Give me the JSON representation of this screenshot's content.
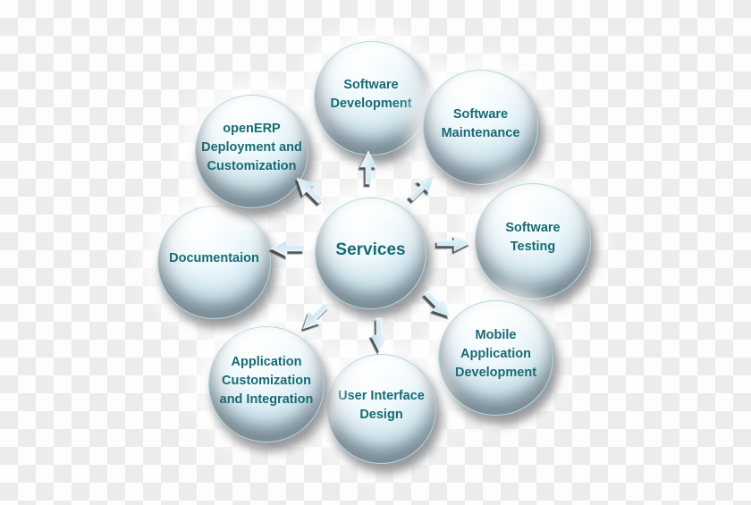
{
  "diagram": {
    "center": {
      "id": "services",
      "label": "Services"
    },
    "nodes": [
      {
        "id": "software-development",
        "lines": [
          "Software",
          "Development"
        ]
      },
      {
        "id": "software-maintenance",
        "lines": [
          "Software",
          "Maintenance"
        ]
      },
      {
        "id": "software-testing",
        "lines": [
          "Software",
          "Testing"
        ]
      },
      {
        "id": "mobile-application-development",
        "lines": [
          "Mobile",
          "Application",
          "Development"
        ]
      },
      {
        "id": "user-interface-design",
        "lines": [
          "User Interface",
          "Design"
        ]
      },
      {
        "id": "application-customization-and-integration",
        "lines": [
          "Application",
          "Customization",
          "and Integration"
        ]
      },
      {
        "id": "documentaion",
        "lines": [
          "Documentaion"
        ]
      },
      {
        "id": "openerp-deployment-and-customization",
        "lines": [
          "openERP",
          "Deployment and",
          "Customization"
        ]
      }
    ],
    "connections": [
      {
        "from": "services",
        "to": "software-development",
        "direction": "up"
      },
      {
        "from": "services",
        "to": "software-maintenance",
        "direction": "up-right"
      },
      {
        "from": "services",
        "to": "software-testing",
        "direction": "right"
      },
      {
        "from": "services",
        "to": "mobile-application-development",
        "direction": "down-right"
      },
      {
        "from": "services",
        "to": "user-interface-design",
        "direction": "down"
      },
      {
        "from": "services",
        "to": "application-customization-and-integration",
        "direction": "down-left"
      },
      {
        "from": "services",
        "to": "documentaion",
        "direction": "left"
      },
      {
        "from": "services",
        "to": "openerp-deployment-and-customization",
        "direction": "up-left"
      }
    ],
    "colors": {
      "label_text": "#186a74",
      "circle_top": "#ffffff",
      "circle_bottom": "#c6e5ef",
      "arrow_fill_top": "#e8f5fa",
      "arrow_fill_bottom": "#bfe0ee",
      "arrow_shadow": "#2a3036",
      "checker_light": "#fdfdfd",
      "checker_dark": "#ececec"
    }
  }
}
